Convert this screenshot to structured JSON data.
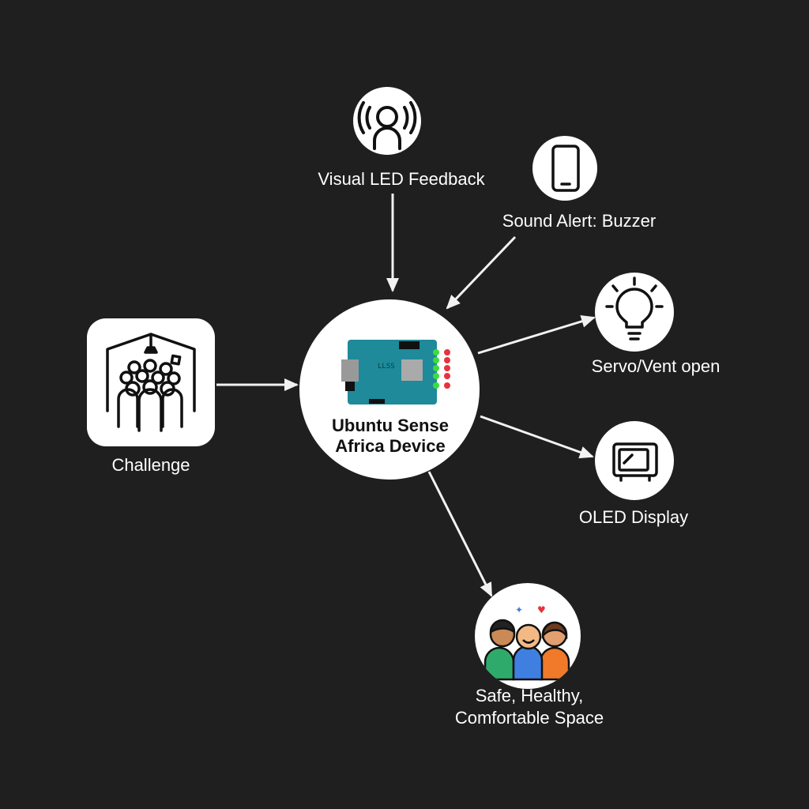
{
  "center": {
    "line1": "Ubuntu Sense",
    "line2": "Africa Device",
    "icon": "microcontroller-board-icon"
  },
  "nodes": {
    "challenge": {
      "label": "Challenge",
      "icon": "crowded-room-icon"
    },
    "visual_led": {
      "label": "Visual LED Feedback",
      "icon": "person-alert-icon"
    },
    "sound_alert": {
      "label": "Sound Alert: Buzzer",
      "icon": "phone-icon"
    },
    "servo": {
      "label": "Servo/Vent open",
      "icon": "lightbulb-icon"
    },
    "oled": {
      "label": "OLED Display",
      "icon": "display-icon"
    },
    "outcome": {
      "line1": "Safe, Healthy,",
      "line2": "Comfortable Space",
      "icon": "happy-people-icon"
    }
  },
  "colors": {
    "background": "#1f1f1f",
    "board": "#1e8a9a",
    "led_green": "#3ddc3d",
    "led_red": "#e8323c"
  }
}
